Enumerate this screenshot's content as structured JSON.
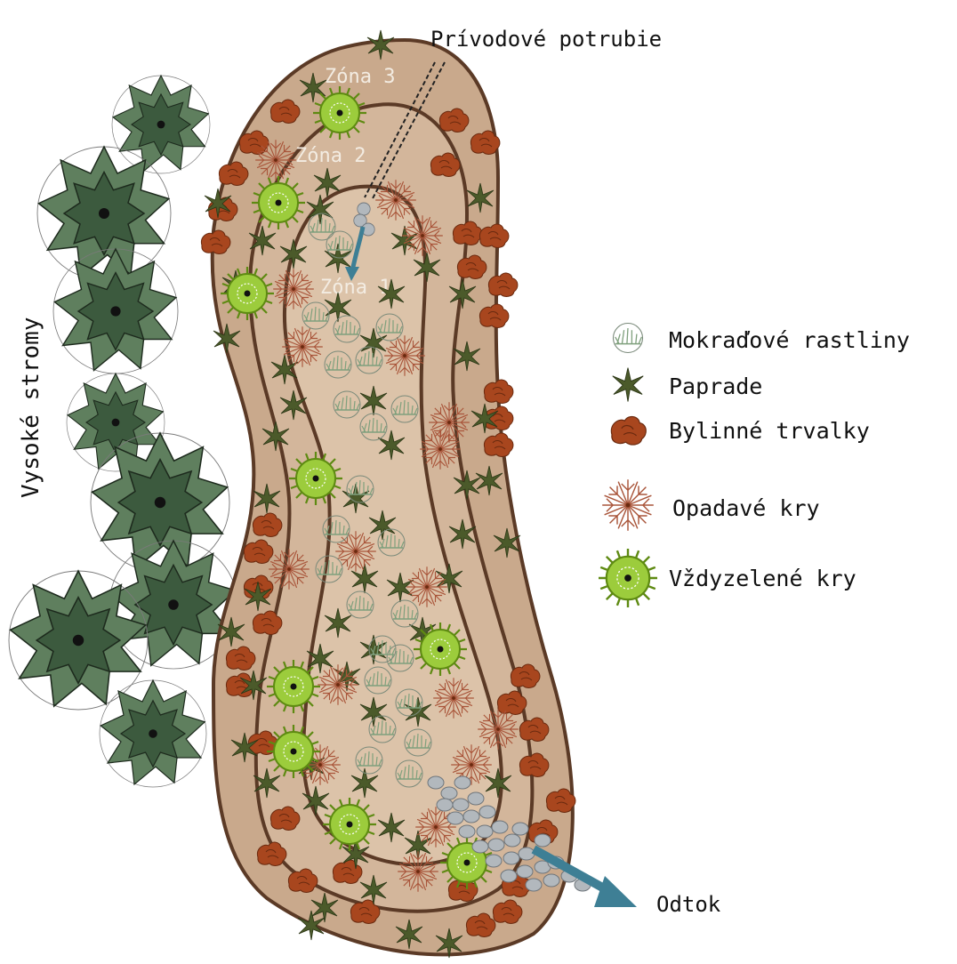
{
  "labels": {
    "inlet_pipe": "Prívodové potrubie",
    "outlet": "Odtok",
    "tall_trees": "Vysoké stromy"
  },
  "zones": [
    {
      "id": "zone-3",
      "label": "Zóna 3"
    },
    {
      "id": "zone-2",
      "label": "Zóna 2"
    },
    {
      "id": "zone-1",
      "label": "Zóna 1"
    }
  ],
  "legend": [
    {
      "key": "wetland",
      "label": "Mokraďové rastliny",
      "icon": "wetland-plant-icon"
    },
    {
      "key": "fern",
      "label": "Paprade",
      "icon": "fern-icon"
    },
    {
      "key": "perennial",
      "label": "Bylinné trvalky",
      "icon": "perennial-icon"
    },
    {
      "key": "deciduous",
      "label": "Opadavé kry",
      "icon": "deciduous-shrub-icon"
    },
    {
      "key": "evergreen",
      "label": "Vždyzelené kry",
      "icon": "evergreen-shrub-icon"
    }
  ],
  "colors": {
    "zone_outer": "#c9a98c",
    "zone_middle": "#d3b69b",
    "zone_inner": "#dcc3a9",
    "outline": "#5b3a26",
    "tree_dark": "#3c5a3e",
    "tree_light": "#5f7f5e",
    "fern": "#4b5a2a",
    "perennial": "#a8461e",
    "deciduous": "#a9553a",
    "evergreen": "#8fbf2f",
    "wetland": "#9bb39a",
    "water": "#3e7f95",
    "stone": "#a7adb2"
  }
}
